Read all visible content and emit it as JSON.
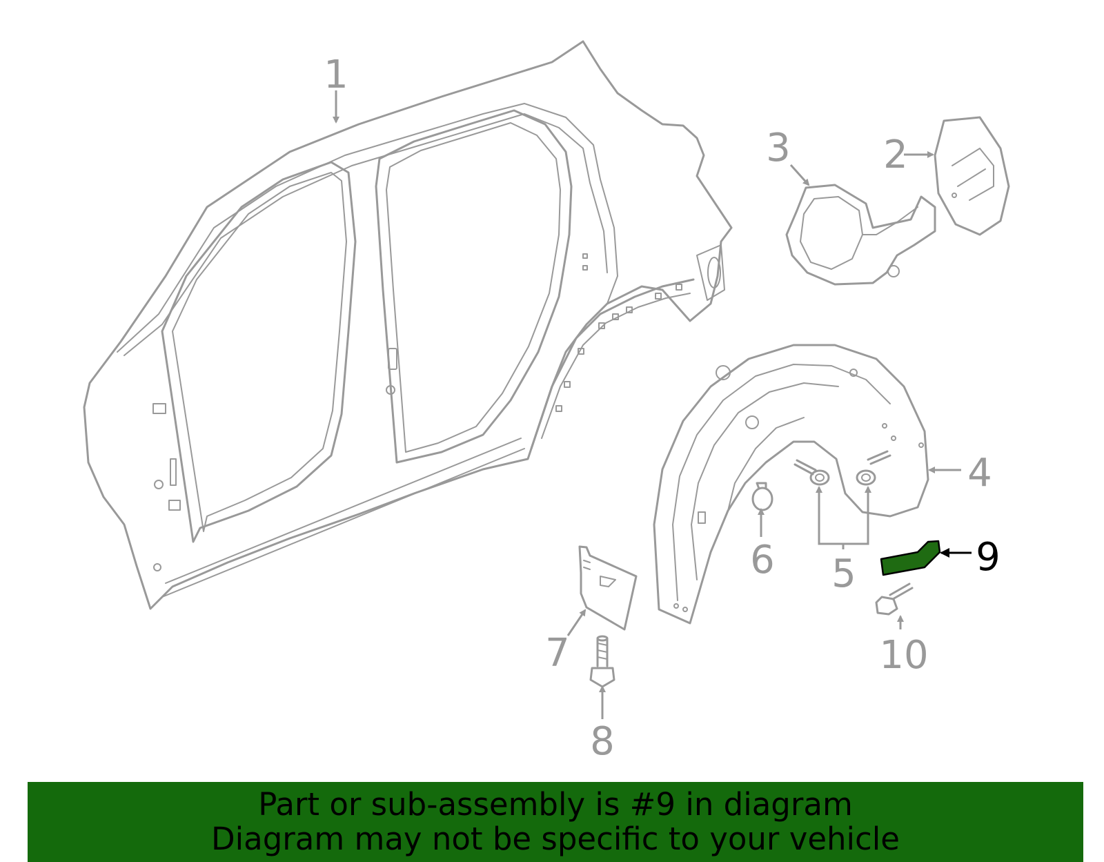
{
  "callouts": [
    {
      "number": "1",
      "part": "body-side-panel"
    },
    {
      "number": "2",
      "part": "fuel-door"
    },
    {
      "number": "3",
      "part": "fuel-pocket-housing"
    },
    {
      "number": "4",
      "part": "wheelhouse-liner"
    },
    {
      "number": "5",
      "part": "liner-screws"
    },
    {
      "number": "6",
      "part": "push-pin-retainer"
    },
    {
      "number": "7",
      "part": "splash-shield"
    },
    {
      "number": "8",
      "part": "splash-shield-bolt"
    },
    {
      "number": "9",
      "part": "liner-extension"
    },
    {
      "number": "10",
      "part": "extension-bolt"
    }
  ],
  "highlighted_callout": "9",
  "colors": {
    "line_art": "#999999",
    "highlight_fill": "#1f6b12",
    "banner_background": "#146a0c",
    "banner_text": "#000000"
  },
  "banner": {
    "line1": "Part or sub-assembly is #9 in diagram",
    "line2": "Diagram may not be specific to your vehicle"
  }
}
